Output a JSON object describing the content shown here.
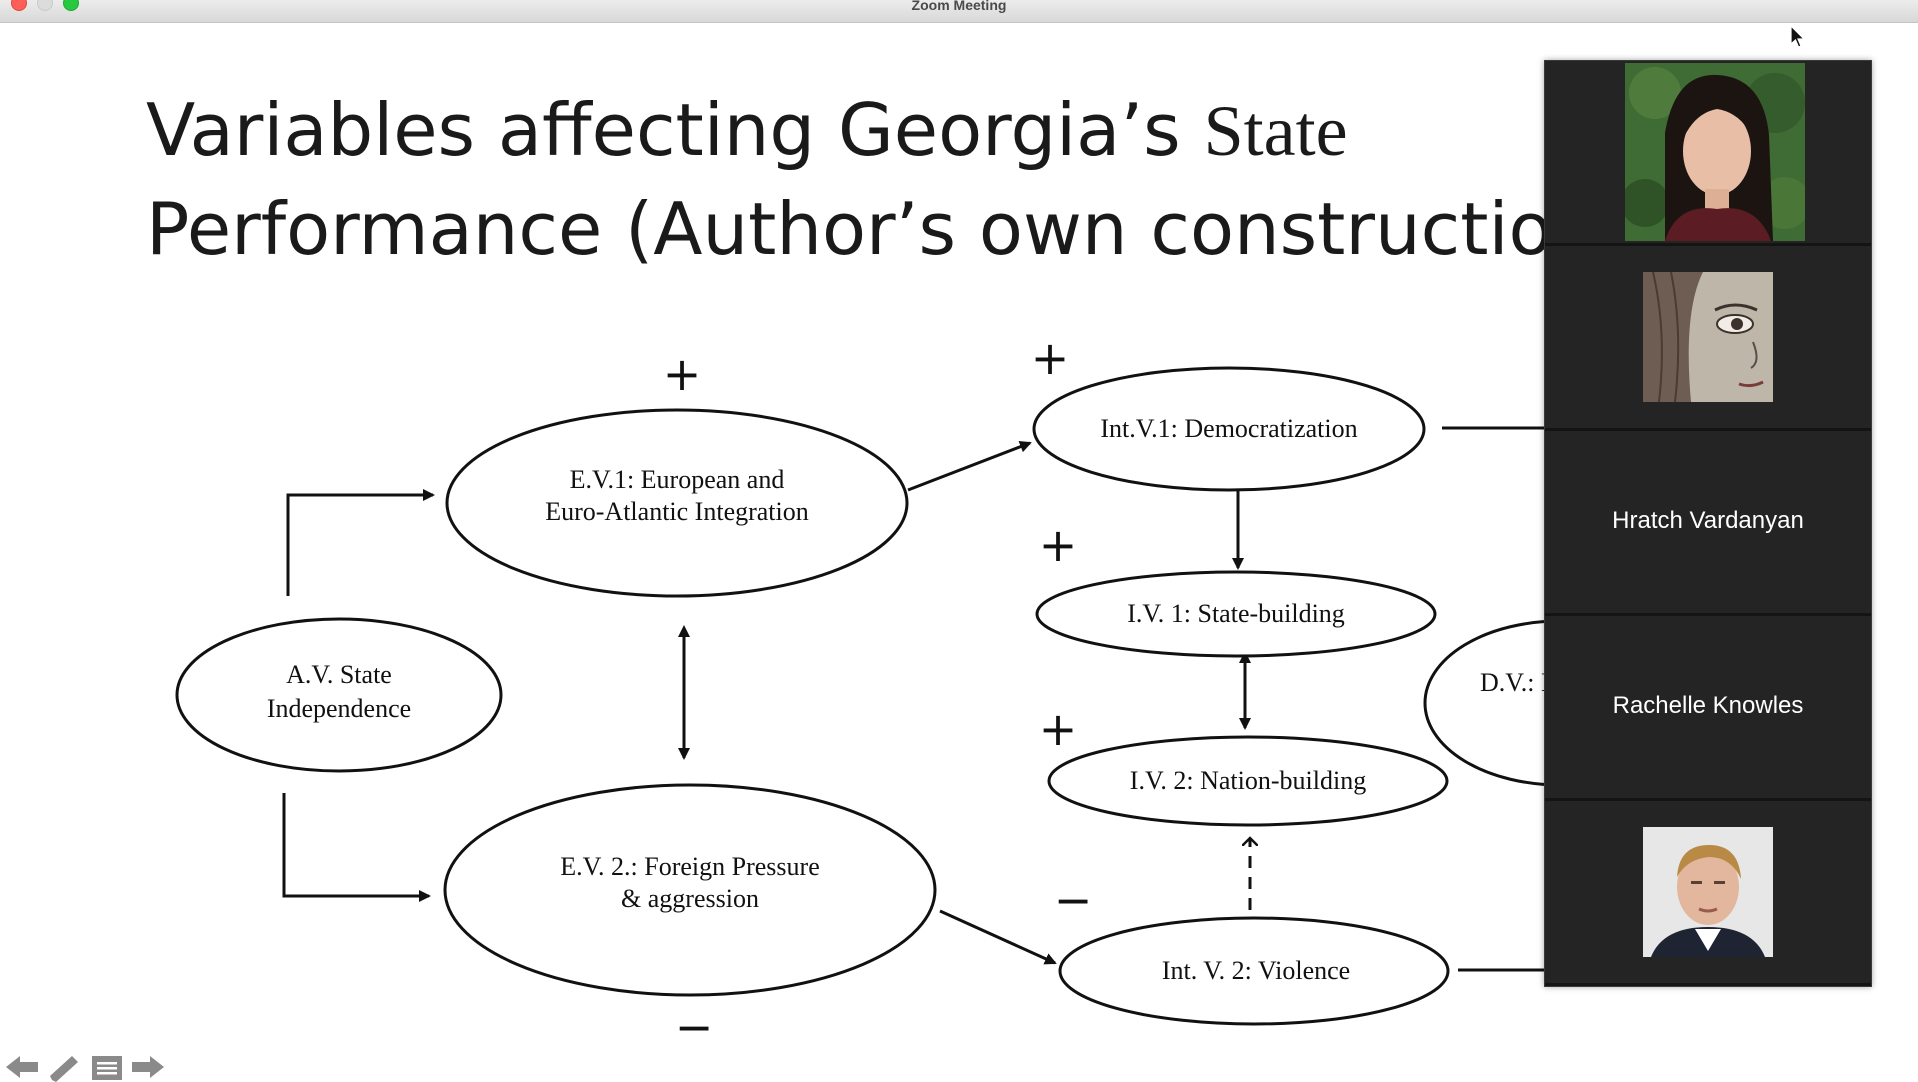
{
  "window": {
    "title": "Zoom Meeting"
  },
  "slide": {
    "title_line1_part1": "Variables affecting Georgia’s ",
    "title_line1_part2": "State",
    "title_line2": "Performance (Author’s own constructio"
  },
  "diagram": {
    "nodes": {
      "av": [
        "A.V. State",
        "Independence"
      ],
      "ev1": [
        "E.V.1: European and",
        "Euro-Atlantic Integration"
      ],
      "ev2": [
        "E.V. 2.: Foreign Pressure",
        "& aggression"
      ],
      "intv1": "Int.V.1: Democratization",
      "iv1": "I.V. 1: State-building",
      "iv2": "I.V. 2: Nation-building",
      "intv2": "Int. V. 2: Violence",
      "dv": "D.V.: I"
    },
    "signs": {
      "ev1": "+",
      "intv1": "+",
      "iv1": "+",
      "iv2": "+",
      "intv2": "−",
      "ev2": "−"
    }
  },
  "participants": [
    {
      "name": "",
      "video": "photo",
      "icon": "participant-photo-woman"
    },
    {
      "name": "",
      "video": "photo",
      "icon": "participant-photo-sketch"
    },
    {
      "name": "Hratch Vardanyan",
      "video": "off"
    },
    {
      "name": "Rachelle Knowles",
      "video": "off"
    },
    {
      "name": "",
      "video": "photo",
      "icon": "participant-photo-man"
    }
  ],
  "controls": [
    "previous-slide-icon",
    "pen-icon",
    "slide-menu-icon",
    "next-slide-icon"
  ],
  "colors": {
    "panel_bg": "#161616",
    "tile_bg": "#242424",
    "slide_bg": "#ffffff",
    "traffic_red": "#fe5f57",
    "traffic_green": "#28c840"
  }
}
